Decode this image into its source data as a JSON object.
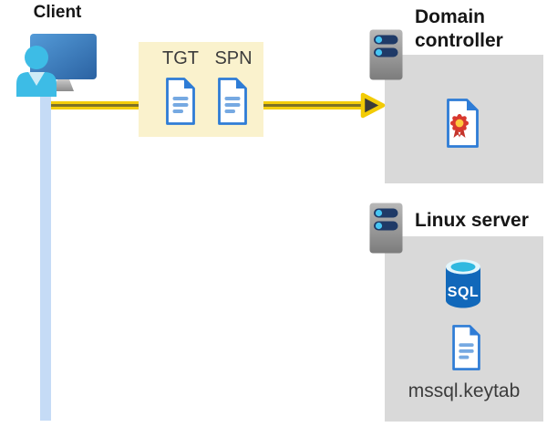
{
  "client": {
    "label": "Client"
  },
  "credentials_box": {
    "tgt_label": "TGT",
    "spn_label": "SPN"
  },
  "domain_controller": {
    "label": "Domain controller"
  },
  "linux_server": {
    "label": "Linux server",
    "sql_icon_text": "SQL",
    "keytab_label": "mssql.keytab"
  },
  "colors": {
    "arrow_yellow": "#F4CD0C",
    "arrow_core_olive": "#7E7226",
    "credentials_box_bg": "#FAF2CD",
    "panel_bg": "#D9D9D9",
    "client_line_blue": "#C5DBF6",
    "document_blue": "#2E7CD6",
    "document_line_blue": "#76A9E2",
    "server_body_gray": "#A9A9A9",
    "server_bar_navy": "#1F3A67",
    "server_knob_cyan": "#47C6F3",
    "sql_body_blue": "#1168BA",
    "sql_top_cyan": "#2FB9E0",
    "certificate_red": "#D8382E",
    "certificate_yellow": "#FFC83D",
    "person_cyan": "#3DBCE6",
    "monitor_blue": "#3C7FC0"
  }
}
